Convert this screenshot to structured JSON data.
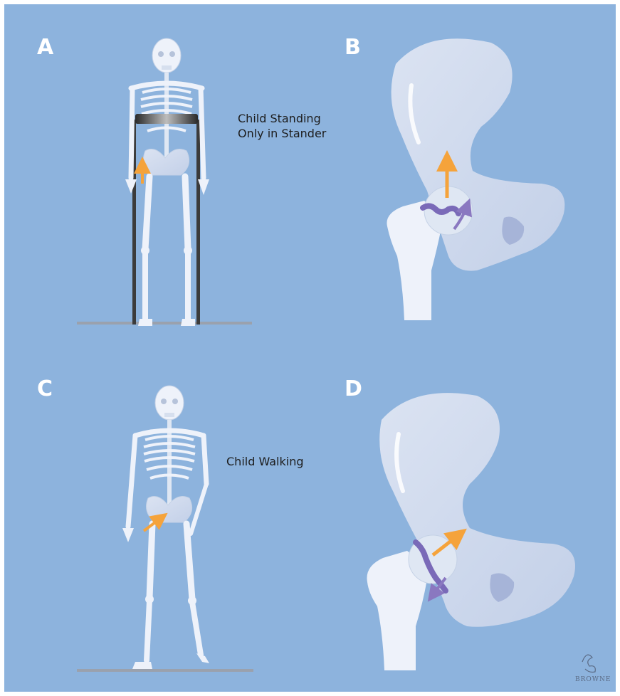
{
  "panels": {
    "a": {
      "letter": "A",
      "caption_line1": "Child Standing",
      "caption_line2": "Only in Stander"
    },
    "b": {
      "letter": "B"
    },
    "c": {
      "letter": "C",
      "caption_line1": "Child Walking"
    },
    "d": {
      "letter": "D"
    }
  },
  "signature": {
    "text": "BROWNE"
  },
  "colors": {
    "background": "#8db3dd",
    "bone": "#eef2fa",
    "bone_outline": "#c5d2e6",
    "pelvis": "#d3deef",
    "femur_head": "#dfe7f3",
    "ground": "#9aa1ad",
    "force_arrow": "#f5a33b",
    "reaction_arrow": "#8a78c0",
    "growth_plate": "#7a6ab8",
    "stander_frame": "#3b3b3b"
  },
  "icons": {
    "force": "orange-arrow",
    "reaction": "purple-arrow",
    "growth_plate": "purple-wave"
  }
}
